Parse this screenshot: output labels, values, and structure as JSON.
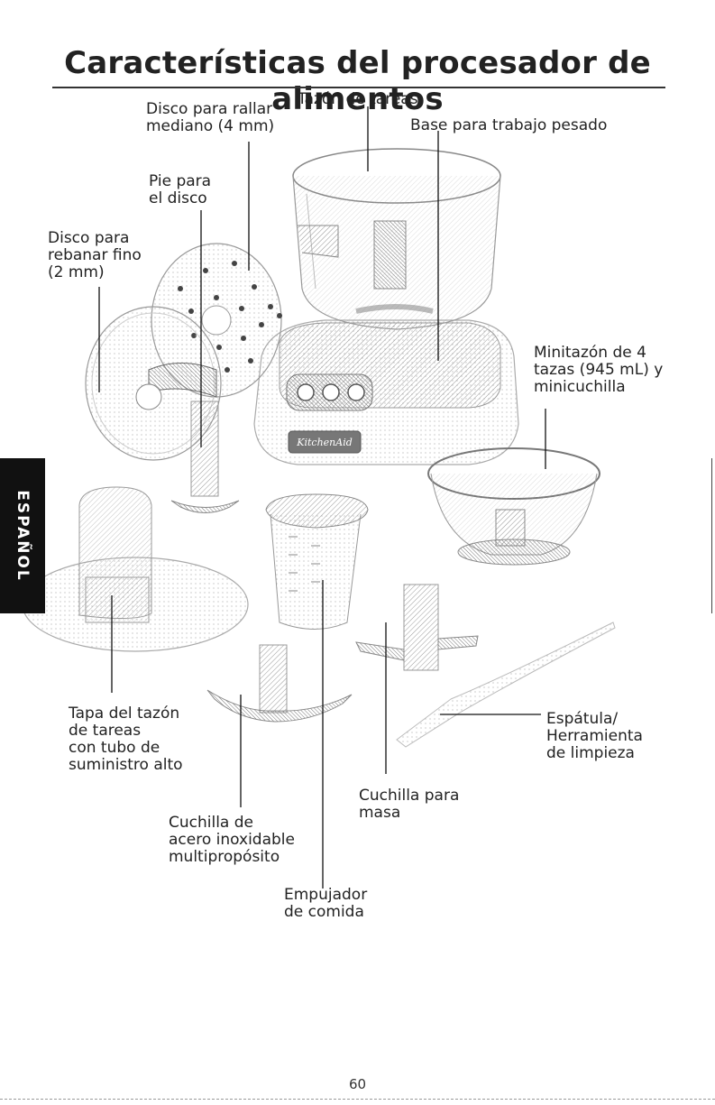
{
  "page": {
    "title": "Características del procesador de alimentos",
    "side_tab": "ESPAÑOL",
    "page_number": "60"
  },
  "labels": {
    "disco_rallar": [
      "Disco para rallar",
      "mediano (4 mm)"
    ],
    "tazon_tareas": [
      "Tazón de tareas"
    ],
    "base_trabajo": [
      "Base para trabajo pesado"
    ],
    "pie_disco": [
      "Pie para",
      "el disco"
    ],
    "disco_rebanar": [
      "Disco para",
      "rebanar fino",
      "(2 mm)"
    ],
    "minitazon": [
      "Minitazón de 4",
      "tazas (945 mL) y",
      "minicuchilla"
    ],
    "tapa": [
      "Tapa del tazón",
      "de tareas",
      "con tubo de",
      "suministro alto"
    ],
    "espatula": [
      "Espátula/",
      "Herramienta",
      "de limpieza"
    ],
    "cuchilla_masa": [
      "Cuchilla para",
      "masa"
    ],
    "cuchilla_acero": [
      "Cuchilla de",
      "acero inoxidable",
      "multipropósito"
    ],
    "empujador": [
      "Empujador",
      "de comida"
    ]
  },
  "brand": {
    "logo_text": "KitchenAid"
  }
}
